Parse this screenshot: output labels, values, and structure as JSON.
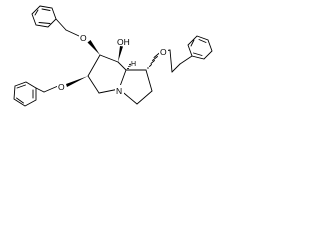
{
  "structure": {
    "atoms": {
      "ether_o_upper": "O",
      "hydroxyl": "OH",
      "bridgehead_h": "H",
      "ether_o_right": "O",
      "ether_o_lower": "O",
      "ring_n": "N"
    }
  }
}
